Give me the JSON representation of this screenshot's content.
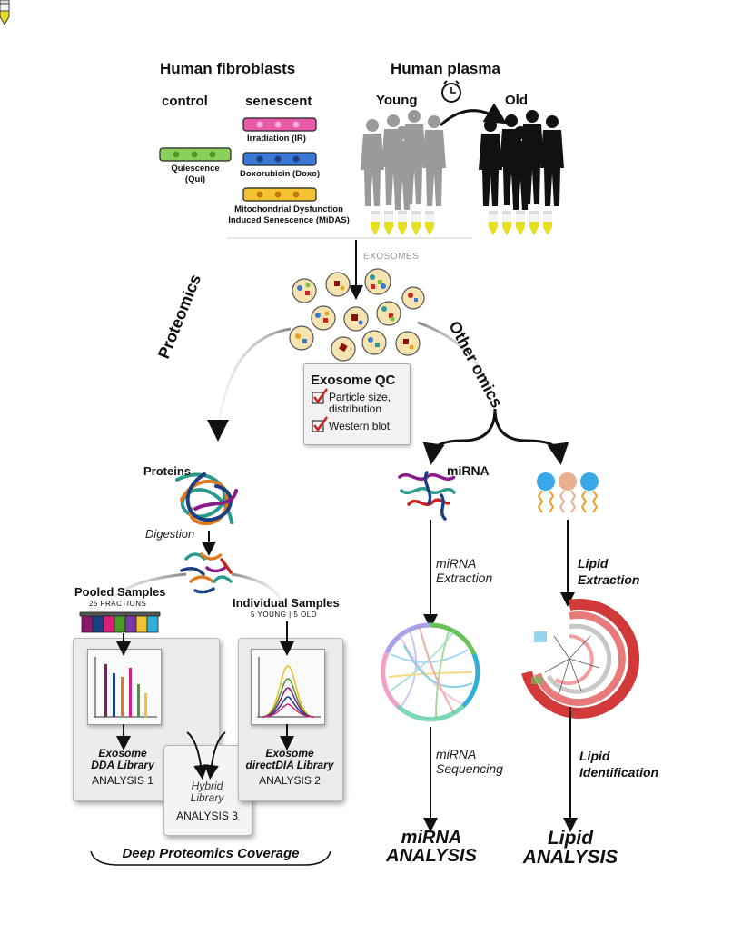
{
  "top": {
    "fibroblasts_title": "Human fibroblasts",
    "control_label": "control",
    "senescent_label": "senescent",
    "irradiation": "Irradiation (IR)",
    "doxo": "Doxorubicin (Doxo)",
    "midas_line1": "Mitochondrial Dysfunction",
    "midas_line2": "Induced Senescence (MiDAS)",
    "quiescence_line1": "Quiescence",
    "quiescence_line2": "(Qui)",
    "plasma_title": "Human plasma",
    "young": "Young",
    "old": "Old"
  },
  "exosomes_label": "EXOSOMES",
  "qc": {
    "title": "Exosome QC",
    "item1_line1": "Particle size,",
    "item1_line2": "distribution",
    "item2": "Western blot"
  },
  "branches": {
    "proteomics": "Proteomics",
    "other_omics": "Other omics"
  },
  "proteomics": {
    "proteins": "Proteins",
    "digestion": "Digestion",
    "pooled_title": "Pooled Samples",
    "pooled_sub": "25 FRACTIONS",
    "individual_title": "Individual Samples",
    "individual_sub": "5 YOUNG | 5 OLD",
    "dda_line1": "Exosome",
    "dda_line2": "DDA Library",
    "analysis1": "ANALYSIS 1",
    "dia_line1": "Exosome",
    "dia_line2": "directDIA Library",
    "analysis2": "ANALYSIS 2",
    "hybrid_line1": "Hybrid",
    "hybrid_line2": "Library",
    "analysis3": "ANALYSIS 3",
    "coverage": "Deep Proteomics Coverage"
  },
  "mirna": {
    "label": "miRNA",
    "extraction_line1": "miRNA",
    "extraction_line2": "Extraction",
    "sequencing_line1": "miRNA",
    "sequencing_line2": "Sequencing",
    "analysis_line1": "miRNA",
    "analysis_line2": "ANALYSIS"
  },
  "lipid": {
    "extraction_line1": "Lipid",
    "extraction_line2": "Extraction",
    "identification_line1": "Lipid",
    "identification_line2": "Identification",
    "analysis_line1": "Lipid",
    "analysis_line2": "ANALYSIS"
  },
  "colors": {
    "ir_flask": "#e85aa8",
    "doxo_flask": "#3a78d8",
    "midas_flask": "#f2c230",
    "qui_flask": "#8ad05a",
    "tube_yellow": "#e6e020",
    "young_silhouette": "#9a9a9a",
    "old_silhouette": "#111111",
    "vesicle": "#f5e3b0"
  },
  "icons": [
    "clock-icon",
    "check-icon",
    "arrow-icon"
  ]
}
